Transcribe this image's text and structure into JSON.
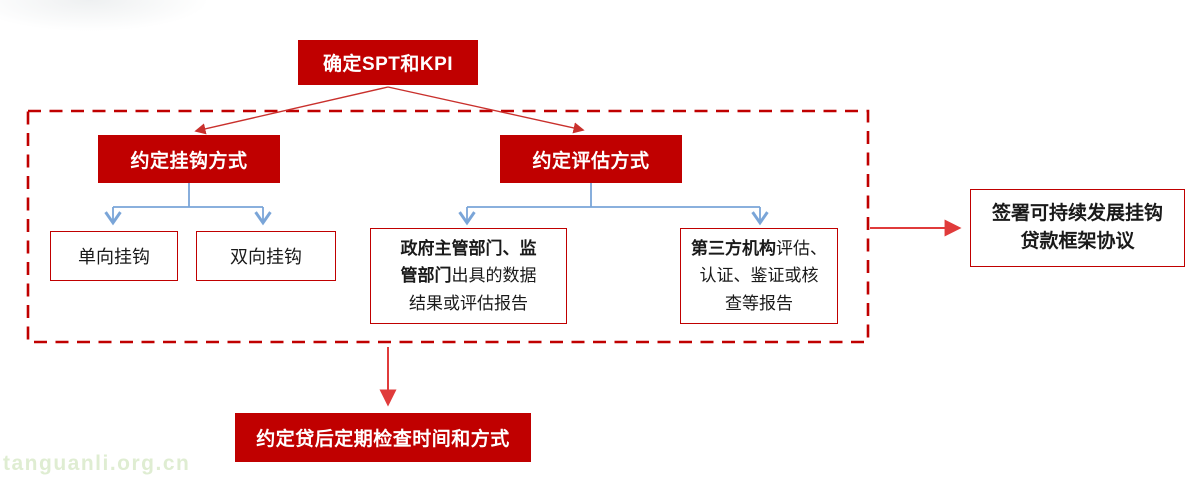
{
  "diagram": {
    "top_node": "确定SPT和KPI",
    "link_method_node": "约定挂钩方式",
    "eval_method_node": "约定评估方式",
    "one_way_node": "单向挂钩",
    "two_way_node": "双向挂钩",
    "gov_bold": "政府主管部门、监\n管部门",
    "gov_rest": "出具的数据\n结果或评估报告",
    "third_party_bold": "第三方机构",
    "third_party_rest": "评估、\n认证、鉴证或核\n查等报告",
    "sign_node": "签署可持续发展挂钩\n贷款框架协议",
    "bottom_node": "约定贷后定期检查时间和方式"
  },
  "watermark": "tanguanli.org.cn",
  "colors": {
    "node_red": "#C00000",
    "arrow_red": "#E03B3B",
    "connector_blue": "#7AA5D8",
    "watermark_green": "#DFEDD2"
  }
}
